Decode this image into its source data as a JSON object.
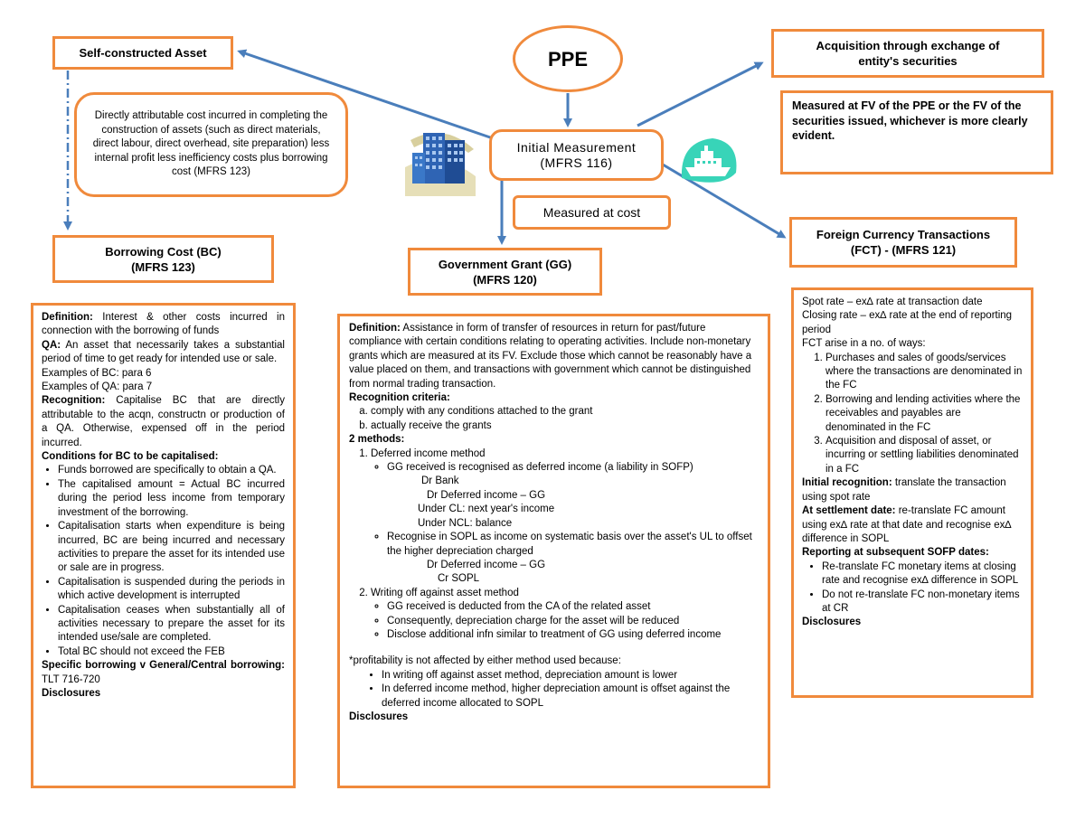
{
  "ppe": "PPE",
  "initial": {
    "line1": "Initial Measurement",
    "line2": "(MFRS 116)"
  },
  "measured_cost": "Measured at cost",
  "self_constructed": {
    "title": "Self-constructed Asset",
    "desc": "Directly attributable cost incurred in completing the construction of assets (such as direct materials, direct labour, direct overhead, site preparation) less internal profit less inefficiency costs plus borrowing cost (MFRS 123)"
  },
  "acquisition": {
    "title_line1": "Acquisition through exchange of",
    "title_line2": "entity's securities",
    "desc": "Measured at FV of the PPE or the FV of the securities issued, whichever is more clearly evident."
  },
  "bc": {
    "title_line1": "Borrowing Cost (BC)",
    "title_line2": "(MFRS 123)",
    "def_label": "Definition:",
    "def_text": " Interest & other costs incurred in connection with the borrowing of funds",
    "qa_label": "QA:",
    "qa_text": " An asset that necessarily takes a substantial period of time to get ready for intended use or sale.",
    "ex_bc": "Examples of BC: para 6",
    "ex_qa": "Examples of QA: para 7",
    "rec_label": "Recognition:",
    "rec_text": " Capitalise BC that are directly attributable to the acqn, constructn or production of a QA. Otherwise, expensed off in the period incurred.",
    "cond_title": "Conditions for BC to be capitalised:",
    "conditions": [
      "Funds borrowed are specifically to obtain a QA.",
      "The capitalised amount = Actual BC incurred during the period less income from temporary investment of the borrowing.",
      "Capitalisation starts when expenditure is being incurred, BC are being incurred and necessary activities to prepare the asset for its intended use or sale are in progress.",
      "Capitalisation is suspended during the periods in which active development is interrupted",
      "Capitalisation ceases when substantially all of activities necessary to prepare the asset for its intended use/sale are completed.",
      "Total BC should not exceed the FEB"
    ],
    "specific_label": "Specific borrowing v General/Central borrowing:",
    "specific_text": " TLT 716-720",
    "disclosures": "Disclosures"
  },
  "gg": {
    "title_line1": "Government Grant (GG)",
    "title_line2": "(MFRS 120)",
    "def_label": "Definition:",
    "def_text": " Assistance in form of transfer of resources in return for past/future compliance with certain conditions relating to operating activities. Include non-monetary grants which are measured at its FV. Exclude those which cannot be reasonably have a value placed on them, and transactions with government which cannot be distinguished from normal trading transaction.",
    "rec_title": "Recognition criteria:",
    "rec_items": [
      "comply with any conditions attached to the grant",
      "actually receive the grants"
    ],
    "methods_title": "2 methods:",
    "m1": "Deferred income method",
    "m1_b1": "GG received is recognised as deferred income (a liability in SOFP)",
    "dr_bank": "Dr Bank",
    "dr_deferred": "Dr Deferred income – GG",
    "under_cl": "Under CL: next year's income",
    "under_ncl": "Under NCL: balance",
    "m1_b2": "Recognise in SOPL as income on systematic basis over the asset's UL to offset the higher depreciation charged",
    "dr_deferred2": "Dr Deferred income – GG",
    "cr_sopl": "Cr SOPL",
    "m2": "Writing off against asset method",
    "m2_bullets": [
      "GG received is deducted from the CA of the related asset",
      "Consequently, depreciation charge for the asset will be reduced",
      "Disclose additional infn similar to treatment of GG using deferred income"
    ],
    "profit_note": "*profitability is not affected by either method used because:",
    "profit_bullets": [
      "In writing off against asset method, depreciation amount is lower",
      "In deferred income method, higher depreciation amount is offset against the deferred income allocated to SOPL"
    ],
    "disclosures": "Disclosures"
  },
  "fct": {
    "title_line1": "Foreign Currency Transactions",
    "title_line2": "(FCT) - (MFRS 121)",
    "spot": "Spot rate – ex∆ rate at transaction date",
    "closing": "Closing rate – ex∆ rate at the end of reporting period",
    "arise": "FCT arise in a no. of ways:",
    "ways": [
      "Purchases and sales of goods/services where the transactions are denominated in the FC",
      "Borrowing and lending activities where the receivables and payables are denominated in the FC",
      "Acquisition and disposal of asset, or incurring or settling liabilities denominated in a FC"
    ],
    "init_label": "Initial recognition:",
    "init_text": " translate the transaction using spot rate",
    "settle_label": "At settlement date:",
    "settle_text": " re-translate FC amount using ex∆ rate at that date and recognise ex∆ difference in SOPL",
    "report_title": "Reporting at subsequent SOFP dates:",
    "report_bullets": [
      "Re-translate FC monetary items at closing rate and recognise ex∆ difference in SOPL",
      "Do not re-translate FC non-monetary items at CR"
    ],
    "disclosures": "Disclosures"
  },
  "colors": {
    "accent": "#f08a3c",
    "arrow": "#4a7ebb"
  }
}
